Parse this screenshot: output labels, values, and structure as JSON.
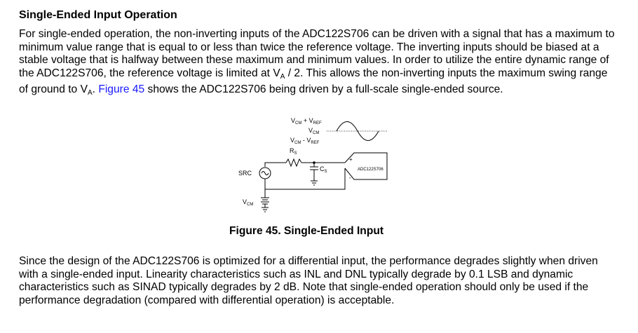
{
  "section": {
    "title": "Single-Ended Input Operation"
  },
  "para1": {
    "text_before_va": "For single-ended operation, the non-inverting inputs of the ADC122S706 can be driven with a signal that has a maximum to minimum value range that is equal to or less than twice the reference voltage. The inverting inputs should be biased at a stable voltage that is halfway between these maximum and minimum values. In order to utilize the entire dynamic range of the ADC122S706, the reference voltage is limited at V",
    "va_sub": "A",
    "text_after_va": " / 2. This allows the non-inverting inputs the maximum swing range of ground to V",
    "va2_sub": "A",
    "text_after_va2": ". ",
    "figure_link": "Figure 45",
    "text_end": " shows the ADC122S706 being driven by a full-scale single-ended source."
  },
  "figure": {
    "label_vcm_plus_vref_main": "V",
    "label_vcm_plus_vref_sub1": "CM",
    "label_vcm_plus_vref_plus": " + V",
    "label_vcm_plus_vref_sub2": "REF",
    "label_vcm_main": "V",
    "label_vcm_sub": "CM",
    "label_vcm_minus_vref_main": "V",
    "label_vcm_minus_vref_sub1": "CM",
    "label_vcm_minus_vref_minus": " - V",
    "label_vcm_minus_vref_sub2": "REF",
    "label_rs_main": "R",
    "label_rs_sub": "S",
    "label_cs_main": "C",
    "label_cs_sub": "S",
    "label_src": "SRC",
    "label_bottom_vcm_main": "V",
    "label_bottom_vcm_sub": "CM",
    "label_plus": "+",
    "label_minus": "-",
    "label_adc": "ADC122S706"
  },
  "caption": {
    "text": "Figure 45.  Single-Ended Input"
  },
  "para2": {
    "text": "Since the design of the ADC122S706 is optimized for a differential input, the performance degrades slightly when driven with a single-ended input. Linearity characteristics such as INL and DNL typically degrade by 0.1 LSB and dynamic characteristics such as SINAD typically degrades by 2 dB. Note that single-ended operation should only be used if the performance degradation (compared with differential operation) is acceptable."
  }
}
